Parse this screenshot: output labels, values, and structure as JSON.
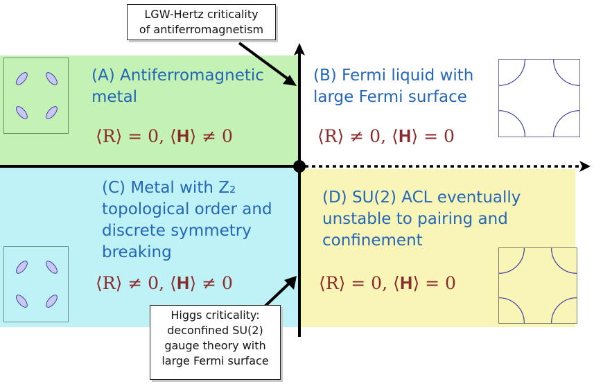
{
  "regions": {
    "a": {
      "title": "(A) Antiferromagnetic\nmetal",
      "order": "⟨R⟩ = 0,  ⟨𝐇⟩ ≠ 0",
      "color": "#c4f1b4"
    },
    "b": {
      "title": "(B) Fermi liquid with\nlarge Fermi surface",
      "order": "⟨R⟩ ≠ 0,  ⟨𝐇⟩ = 0",
      "color": "#ffffff"
    },
    "c": {
      "title": "(C) Metal with Z₂\ntopological order and\ndiscrete symmetry\nbreaking",
      "order": "⟨R⟩ ≠ 0,  ⟨𝐇⟩ ≠ 0",
      "color": "#bff2f6"
    },
    "d": {
      "title": "(D) SU(2) ACL eventually\nunstable to pairing and\nconfinement",
      "order": "⟨R⟩ = 0,  ⟨𝐇⟩ = 0",
      "color": "#f9f5b6"
    }
  },
  "callouts": {
    "lgw": "LGW-Hertz criticality\nof antiferromagnetism",
    "higgs": "Higgs criticality:\ndeconfined SU(2)\ngauge theory with\nlarge Fermi surface"
  },
  "colors": {
    "label": "#2466b8",
    "order": "#8a2a2a",
    "pocket": "#c9c8f2",
    "fermi_line": "#3a3aa0"
  }
}
